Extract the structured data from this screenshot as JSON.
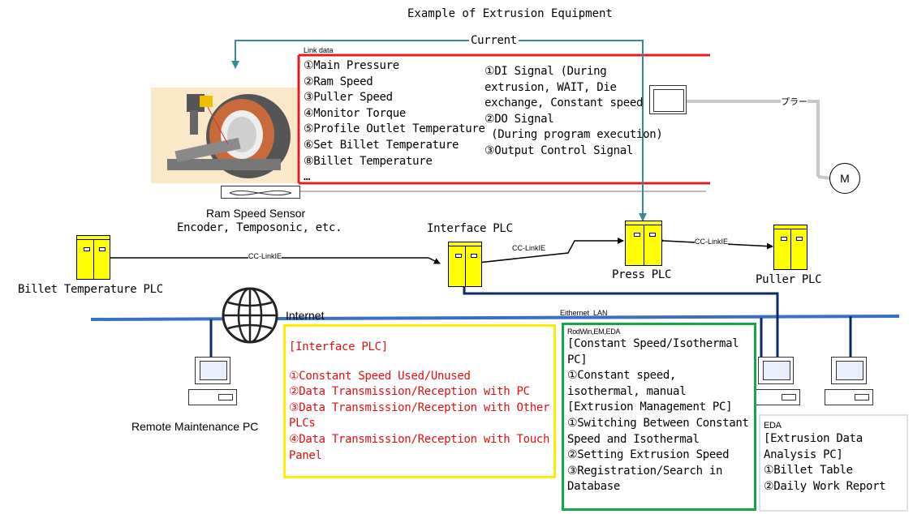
{
  "title": "Example of Extrusion Equipment",
  "current_label": "Current",
  "link_data": {
    "header": "Link data",
    "items": [
      "①Main Pressure",
      "②Ram Speed",
      "③Puller Speed",
      "④Monitor Torque",
      "⑤Profile Outlet Temperature",
      "⑥Set Billet Temperature",
      "⑧Billet Temperature",
      "…"
    ],
    "signals": [
      "①DI Signal (During",
      "extrusion, WAIT, Die",
      "exchange, Constant speed ON)",
      "②DO Signal",
      " (During program execution)",
      "③Output Control Signal"
    ]
  },
  "puller_label": "プラー",
  "motor_label": "M",
  "sensor": {
    "line1": "Ram Speed Sensor",
    "line2": "Encoder, Temposonic, etc."
  },
  "plcs": {
    "billet": "Billet Temperature PLC",
    "interface": "Interface PLC",
    "press": "Press PLC",
    "puller": "Puller PLC"
  },
  "links": {
    "cc_billet": "CC-LinkIE",
    "cc_press": "CC-LinkIE",
    "cc_puller": "CC-LinkIE"
  },
  "network": {
    "internet": "Internet",
    "ethernet": "Eithernet  LAN"
  },
  "remote_pc": "Remote Maintenance PC",
  "interface_box": {
    "title": "[Interface PLC]",
    "items": [
      "①Constant Speed Used/Unused",
      "②Data Transmission/Reception with PC",
      "③Data Transmission/Reception with Other",
      "PLCs",
      "④Data Transmission/Reception with Touch",
      "Panel"
    ]
  },
  "rodwin_box": {
    "header": "RodWin,EM,EDA",
    "lines": [
      "[Constant Speed/Isothermal",
      "PC]",
      "①Constant speed,",
      "isothermal, manual",
      "[Extrusion Management PC]",
      "①Switching Between Constant",
      "Speed and Isothermal",
      "②Setting Extrusion Speed",
      "③Registration/Search in",
      "Database"
    ]
  },
  "eda_box": {
    "header": "EDA",
    "lines": [
      "[Extrusion Data",
      "Analysis PC]",
      "①Billet Table",
      "②Daily Work Report"
    ]
  },
  "colors": {
    "red_line": "#e02020",
    "teal_arrow": "#3a8a95",
    "blue_lan": "#3a6fc4",
    "navy_cable": "#0b2a6b",
    "plc_yellow": "#ffff00",
    "yellow_box": "#ffee00",
    "green_box": "#12a84a",
    "red_text": "#e01010"
  }
}
